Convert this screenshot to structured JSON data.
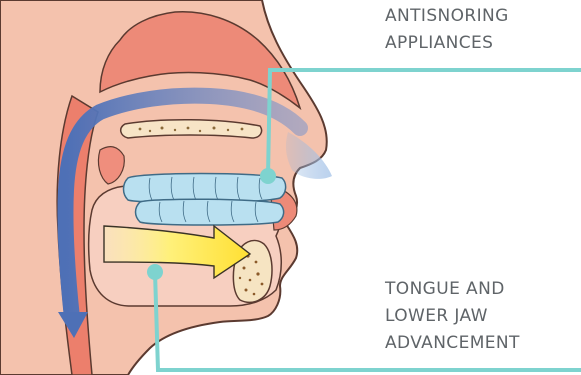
{
  "labels": {
    "top": [
      "ANTISNORING",
      "APPLIANCES"
    ],
    "bottom": [
      "TONGUE AND",
      "LOWER JAW",
      "ADVANCEMENT"
    ]
  },
  "colors": {
    "leader_line": "#7ed3cf",
    "skin": "#f3bfa8",
    "tissue": "#ee7e6d",
    "airway_arrow": "#5c7fc0",
    "appliance": "#b7dff0",
    "tongue_arrow": "#ffe35c"
  },
  "icons": {
    "airflow": "airflow-arrow-icon",
    "advancement": "tongue-advancement-arrow-icon"
  }
}
